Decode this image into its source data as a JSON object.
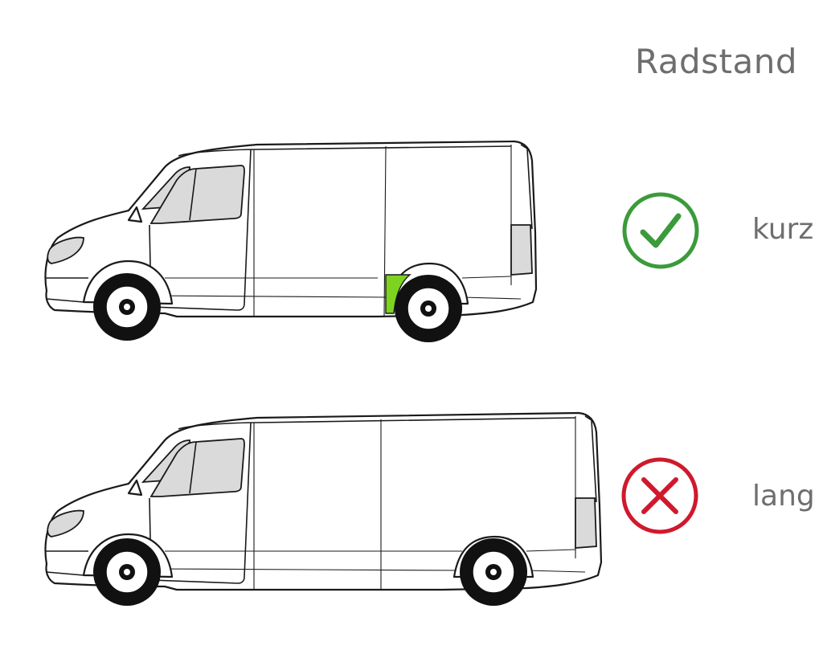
{
  "title": "Radstand",
  "options": [
    {
      "label": "kurz",
      "status": "correct",
      "status_icon": "check-icon",
      "color": "#3a9b3a"
    },
    {
      "label": "lang",
      "status": "incorrect",
      "status_icon": "cross-icon",
      "color": "#d0192c"
    }
  ],
  "highlight_color": "#7ed321"
}
